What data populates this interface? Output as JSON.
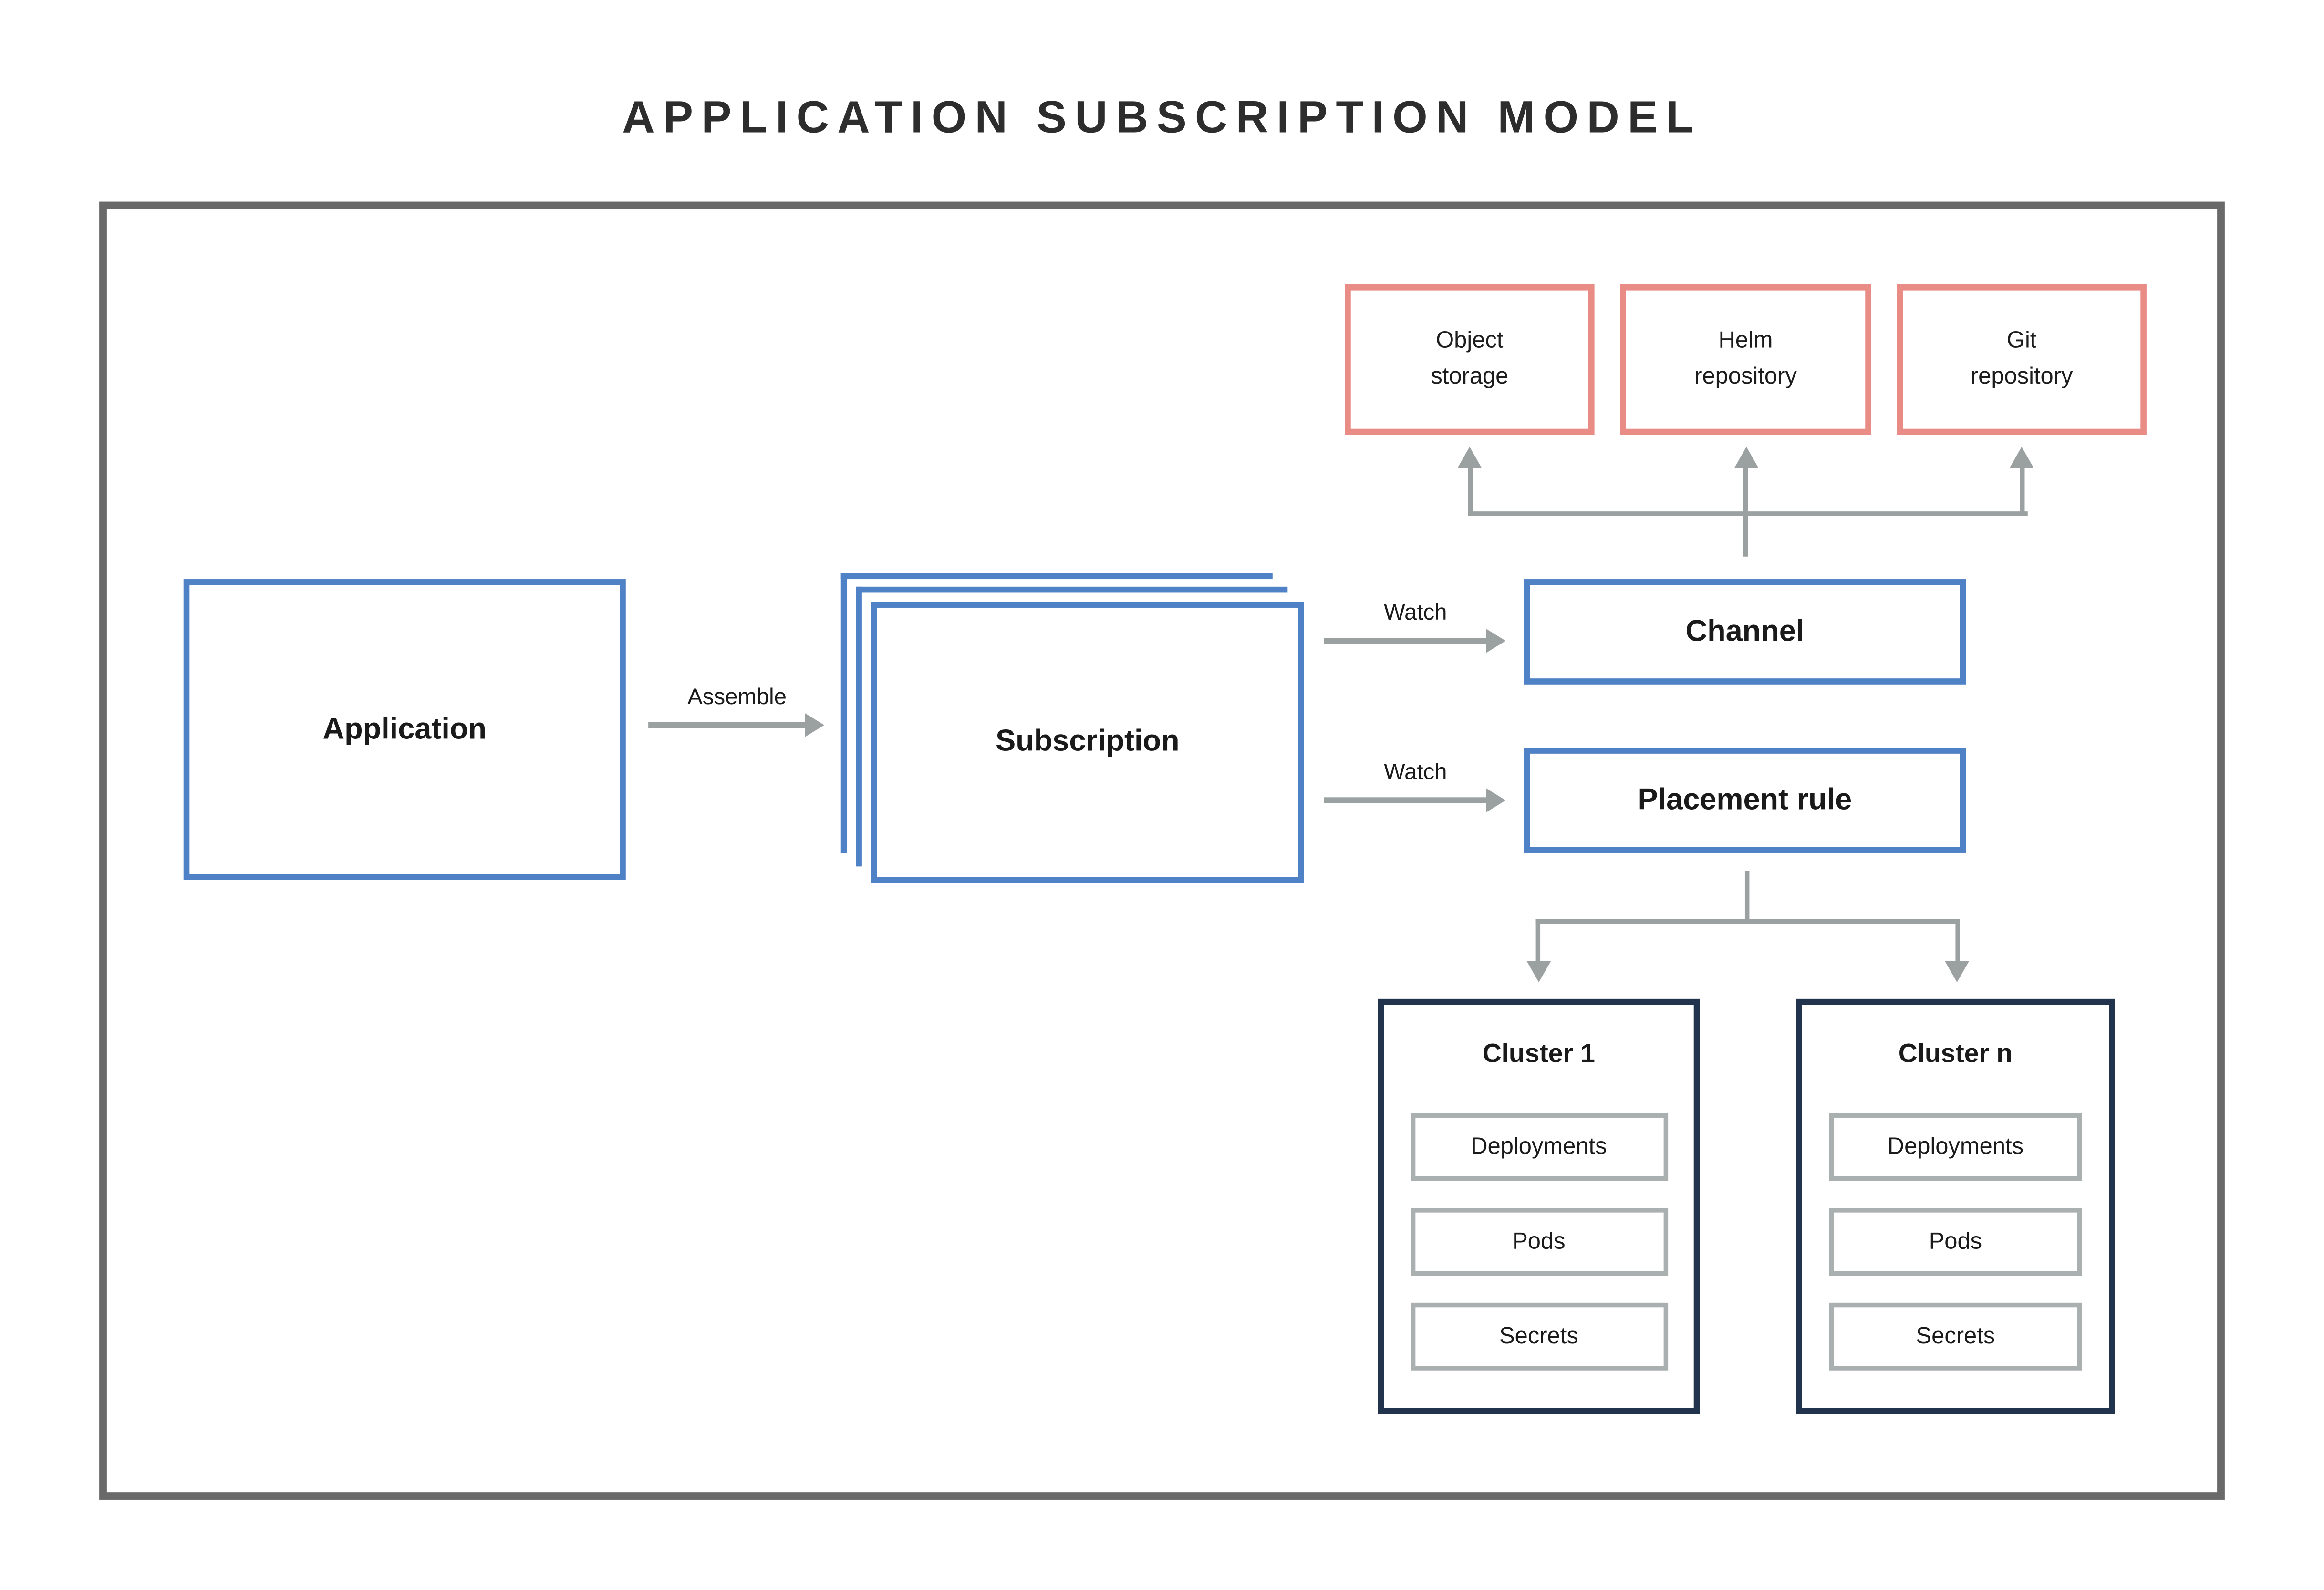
{
  "title": "APPLICATION SUBSCRIPTION MODEL",
  "nodes": {
    "application": "Application",
    "subscription": "Subscription",
    "channel": "Channel",
    "placement_rule": "Placement rule"
  },
  "repositories": [
    {
      "line1": "Object",
      "line2": "storage"
    },
    {
      "line1": "Helm",
      "line2": "repository"
    },
    {
      "line1": "Git",
      "line2": "repository"
    }
  ],
  "edges": {
    "assemble": "Assemble",
    "watch_channel": "Watch",
    "watch_placement": "Watch"
  },
  "clusters": [
    {
      "title": "Cluster 1",
      "items": [
        "Deployments",
        "Pods",
        "Secrets"
      ]
    },
    {
      "title": "Cluster n",
      "items": [
        "Deployments",
        "Pods",
        "Secrets"
      ]
    }
  ],
  "colors": {
    "node_blue": "#4e81c5",
    "repo_salmon": "#e98c86",
    "cluster_navy": "#22334e",
    "arrow_gray": "#9ba1a1",
    "frame_gray": "#696969"
  }
}
